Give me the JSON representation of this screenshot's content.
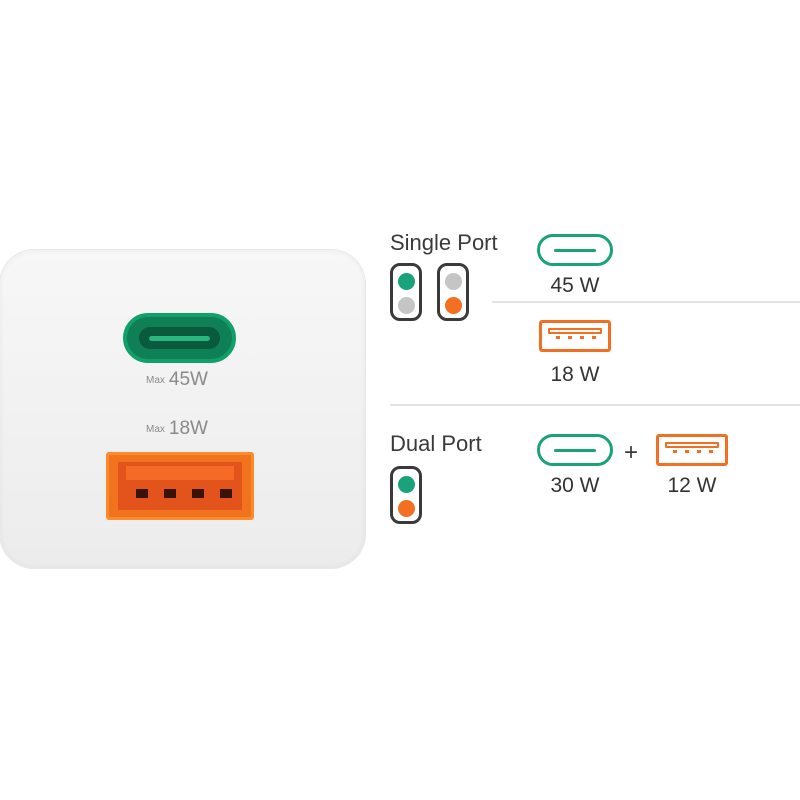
{
  "charger": {
    "usbc_label_prefix": "Max",
    "usbc_label_value": "45W",
    "usba_label_prefix": "Max",
    "usba_label_value": "18W",
    "usbc_color": "#0f7f56",
    "usba_color": "#f1731e"
  },
  "single_port": {
    "heading": "Single Port",
    "usbc_watt": "45 W",
    "usba_watt": "18 W"
  },
  "dual_port": {
    "heading": "Dual Port",
    "plus": "+",
    "usbc_watt": "30 W",
    "usba_watt": "12 W"
  },
  "colors": {
    "green": "#1aa27a",
    "orange": "#f36f21",
    "grey": "#c5c5c5"
  }
}
